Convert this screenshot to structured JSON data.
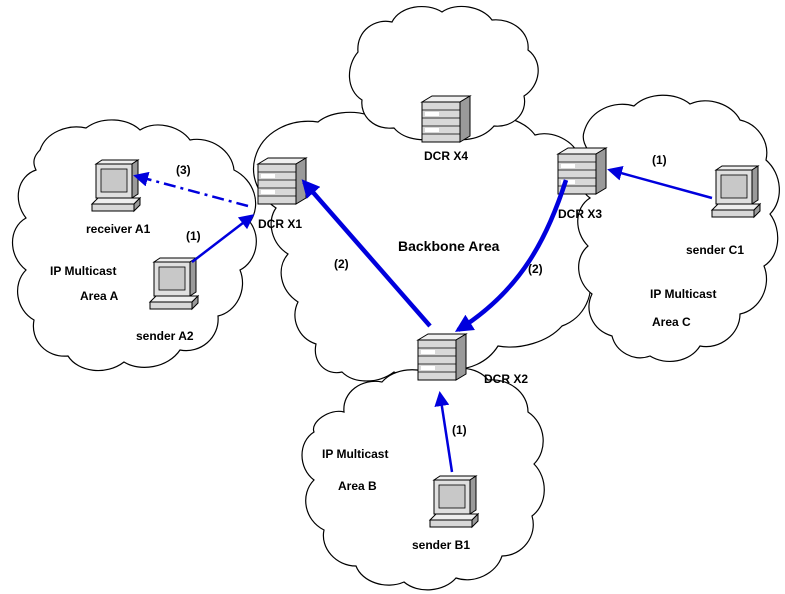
{
  "areas": {
    "backbone": "Backbone Area",
    "area_a": {
      "line1": "IP Multicast",
      "line2": "Area A"
    },
    "area_b": {
      "line1": "IP Multicast",
      "line2": "Area B"
    },
    "area_c": {
      "line1": "IP Multicast",
      "line2": "Area C"
    }
  },
  "routers": {
    "x1": "DCR  X1",
    "x2": "DCR X2",
    "x3": "DCR X3",
    "x4": "DCR X4"
  },
  "hosts": {
    "receiver_a1": "receiver A1",
    "sender_a2": "sender A2",
    "sender_b1": "sender B1",
    "sender_c1": "sender C1"
  },
  "steps": {
    "a2_to_x1": "(1)",
    "x1_to_a1": "(3)",
    "x2_to_x1": "(2)",
    "x3_to_x2": "(2)",
    "b1_to_x2": "(1)",
    "c1_to_x3": "(1)"
  },
  "colors": {
    "arrow": "#0000dd",
    "router_face": "#d8d8d8",
    "host_screen": "#c8c8c8"
  }
}
